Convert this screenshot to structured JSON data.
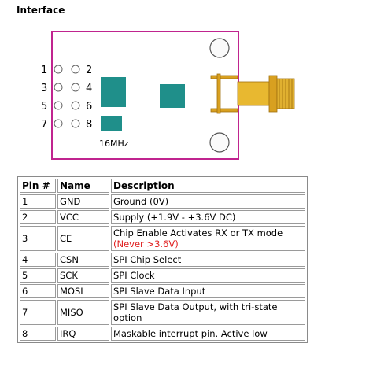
{
  "heading": "Interface",
  "module": {
    "pins_left": [
      "1",
      "3",
      "5",
      "7"
    ],
    "pins_right": [
      "2",
      "4",
      "6",
      "8"
    ],
    "freq_label": "16MHz",
    "colors": {
      "board_outline": "#c0248f",
      "chip": "#1f8f8a",
      "antenna": "#d8a020"
    }
  },
  "table": {
    "headers": {
      "pin": "Pin #",
      "name": "Name",
      "desc": "Description"
    },
    "rows": [
      {
        "pin": "1",
        "name": "GND",
        "desc": "Ground (0V)"
      },
      {
        "pin": "2",
        "name": "VCC",
        "desc": "Supply (+1.9V - +3.6V DC)"
      },
      {
        "pin": "3",
        "name": "CE",
        "desc": "Chip Enable Activates RX or TX mode",
        "note": "(Never >3.6V)"
      },
      {
        "pin": "4",
        "name": "CSN",
        "desc": "SPI Chip Select"
      },
      {
        "pin": "5",
        "name": "SCK",
        "desc": "SPI Clock"
      },
      {
        "pin": "6",
        "name": "MOSI",
        "desc": "SPI Slave Data Input"
      },
      {
        "pin": "7",
        "name": "MISO",
        "desc": "SPI Slave Data Output, with tri-state option"
      },
      {
        "pin": "8",
        "name": "IRQ",
        "desc": "Maskable interrupt pin. Active low"
      }
    ]
  }
}
